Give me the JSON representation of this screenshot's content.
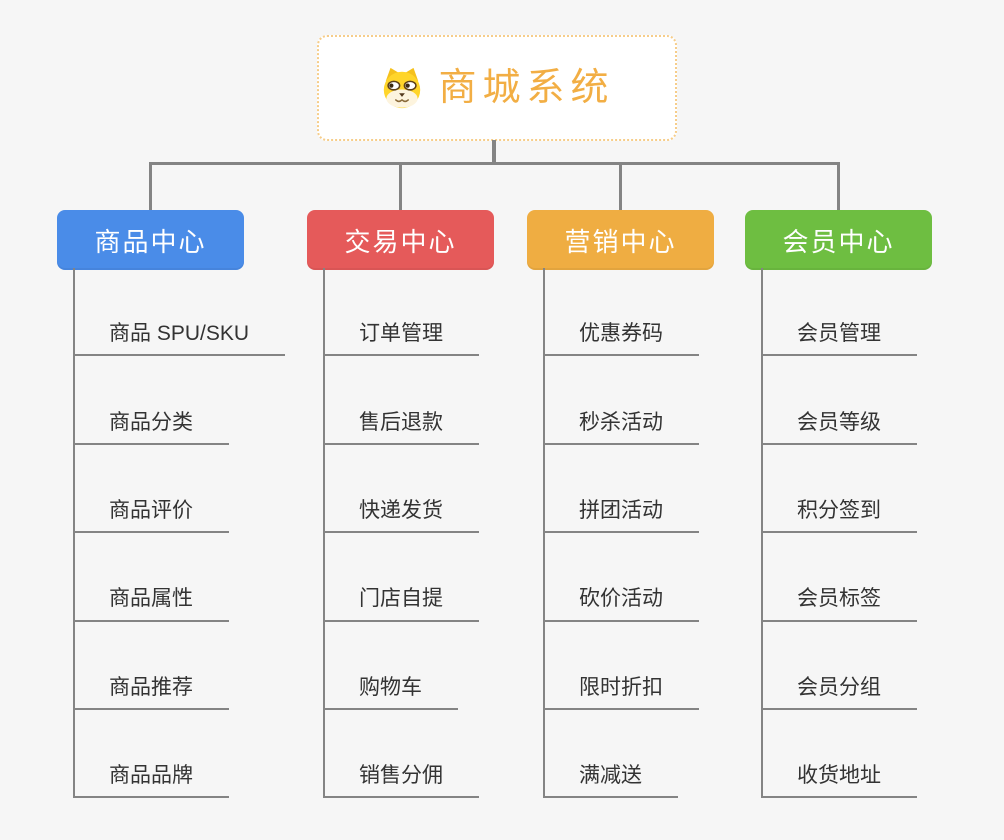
{
  "canvas": {
    "bg": "#f6f6f6",
    "connector_color": "#848484",
    "leaf_text_color": "#333333"
  },
  "root": {
    "title": "商城系统",
    "icon": "dog-face-icon",
    "text_color": "#f2ae44",
    "border_color": "#f6cd8a"
  },
  "branches": [
    {
      "label": "商品中心",
      "color": "#4a8ce8",
      "children": [
        "商品 SPU/SKU",
        "商品分类",
        "商品评价",
        "商品属性",
        "商品推荐",
        "商品品牌"
      ]
    },
    {
      "label": "交易中心",
      "color": "#e55a5a",
      "children": [
        "订单管理",
        "售后退款",
        "快递发货",
        "门店自提",
        "购物车",
        "销售分佣"
      ]
    },
    {
      "label": "营销中心",
      "color": "#efad42",
      "children": [
        "优惠券码",
        "秒杀活动",
        "拼团活动",
        "砍价活动",
        "限时折扣",
        "满减送"
      ]
    },
    {
      "label": "会员中心",
      "color": "#6ebe41",
      "children": [
        "会员管理",
        "会员等级",
        "积分签到",
        "会员标签",
        "会员分组",
        "收货地址"
      ]
    }
  ]
}
